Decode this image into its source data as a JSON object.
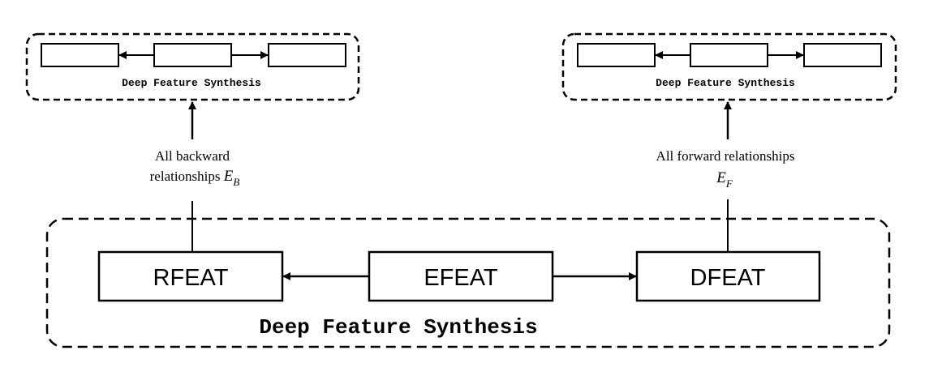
{
  "top_left": {
    "caption": "Deep Feature Synthesis",
    "label_line1": "All backward",
    "label_line2_text": "relationships ",
    "label_var": "E",
    "label_sub": "B"
  },
  "top_right": {
    "caption": "Deep Feature Synthesis",
    "label_line1": "All forward relationships",
    "label_var": "E",
    "label_sub": "F"
  },
  "bottom": {
    "caption": "Deep Feature Synthesis",
    "boxes": [
      "RFEAT",
      "EFEAT",
      "DFEAT"
    ]
  }
}
